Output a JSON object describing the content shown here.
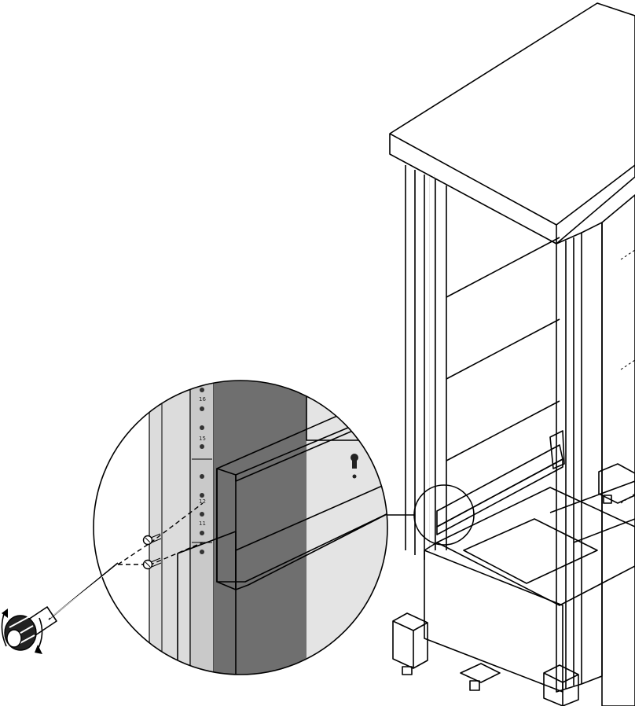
{
  "figure": {
    "rack_unit_labels": [
      "16",
      "15",
      "12",
      "11"
    ]
  },
  "colors": {
    "line": "#000000",
    "background": "#ffffff",
    "steel_light": "#dcdcdc",
    "steel_mid": "#bdbdbd",
    "steel_dark": "#8a8a8a",
    "cabinet_interior": "#6f6f6f"
  },
  "icons": {
    "tool": "screwdriver-icon",
    "fastener": "screw-icon"
  }
}
